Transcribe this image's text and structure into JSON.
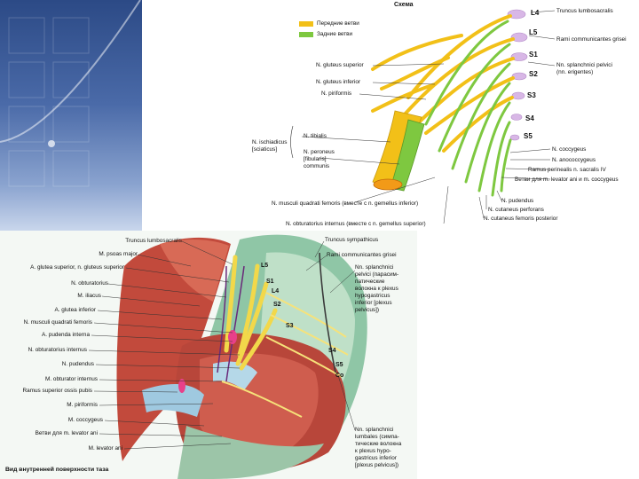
{
  "legend": {
    "title": "Схема",
    "anterior": {
      "label": "Передние ветви",
      "color": "#f2c018"
    },
    "posterior": {
      "label": "Задние ветви",
      "color": "#7ec840"
    }
  },
  "top_labels_right": [
    "Truncus lumbosacralis",
    "Rami communicantes grisei",
    "Nn. splanchnici pelvici",
    "(nn. erigentes)",
    "N. coccygeus",
    "N. anococcygeus",
    "Ramus perinealis n. sacralis IV",
    "Ветви для m. levator ani и m. coccygeus",
    "N. pudendus",
    "N. cutaneus perforans",
    "N. cutaneus femoris posterior"
  ],
  "segments": [
    "L4",
    "L5",
    "S1",
    "S2",
    "S3",
    "S4",
    "S5"
  ],
  "top_labels_left": [
    "N. gluteus superior",
    "N. gluteus inferior",
    "N. piriformis",
    "N. tibialis",
    "N. ischiadicus",
    "[sciaticus]",
    "N. peroneus",
    "[fibularis]",
    "communis"
  ],
  "top_labels_bottom": [
    "N. musculi quadrati femoris (вместе с n. gemellus inferior)",
    "N. obturatorius internus (вместе с n. gemellus superior)"
  ],
  "bottom_labels_left": [
    "Truncus lumbosacralis",
    "M. psoas major",
    "A. glutea superior, n. gluteus superior",
    "N. obturatorius",
    "M. iliacus",
    "A. glutea inferior",
    "N. musculi quadrati femoris",
    "A. pudenda interna",
    "N. obturatorius internus",
    "N. pudendus",
    "M. obturator internus",
    "Ramus superior ossis pubis",
    "M. piriformis",
    "M. coccygeus",
    "Ветви для m. levator ani",
    "M. levator ani"
  ],
  "bottom_labels_right": [
    "Truncus sympathicus",
    "Rami communicantes grisei",
    "Nn. splanchnici",
    "pelvici (парасим-",
    "патические",
    "волокна к plexus",
    "hypogastricus",
    "inferior [plexus",
    "pelvicus])",
    "Nn. splanchnici",
    "lumbales (симпа-",
    "тические волокна",
    "к plexus hypo-",
    "gastricus inferior",
    "[plexus pelvicus])"
  ],
  "bottom_segments": [
    "L4",
    "L5",
    "S1",
    "S2",
    "S3",
    "S4",
    "S5",
    "Co"
  ],
  "caption": "Вид внутренней поверхности таза"
}
